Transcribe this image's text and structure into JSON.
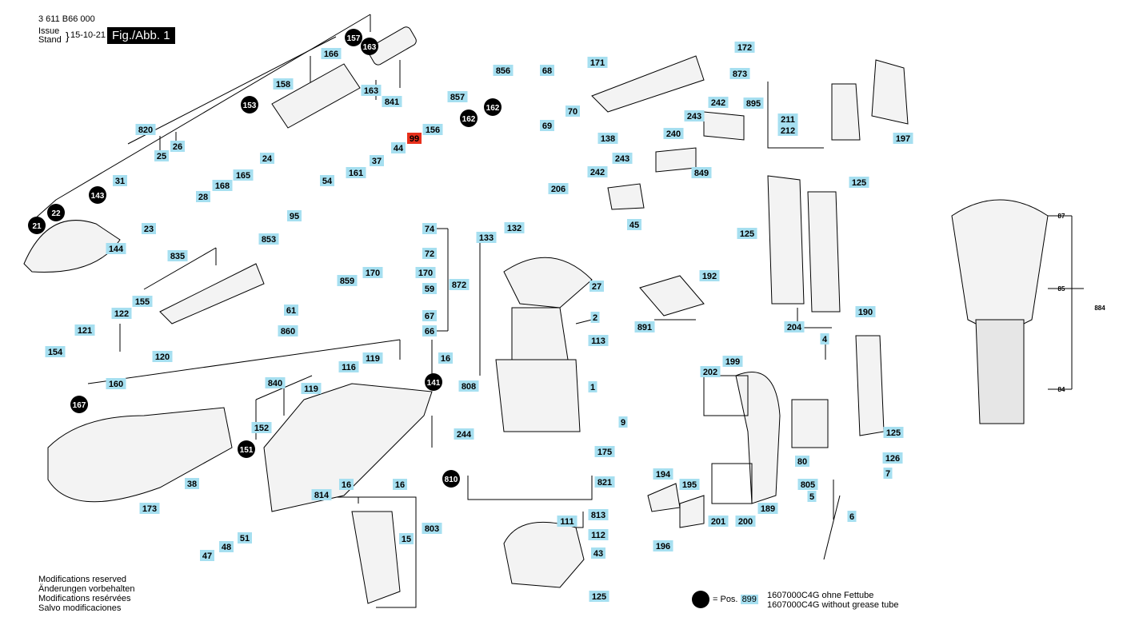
{
  "header": {
    "doc_number": "3 611 B66 000",
    "issue_label": "Issue",
    "stand_label": "Stand",
    "date": "15-10-21",
    "figure": "Fig./Abb. 1"
  },
  "notes": [
    "Modifications reserved",
    "Änderungen vorbehalten",
    "Modifications resérvées",
    "Salvo modificaciones"
  ],
  "legend": {
    "equals_text": "= Pos.",
    "pos": "899",
    "desc_de": "1607000C4G ohne Fettube",
    "desc_en": "1607000C4G without grease tube"
  },
  "colors": {
    "label_box": "#a6dff0",
    "highlight_box": "#e8301c",
    "ink": "#000000"
  },
  "callouts": [
    {
      "text": "21",
      "kind": "circle"
    },
    {
      "text": "22",
      "kind": "circle"
    },
    {
      "text": "143",
      "kind": "circle"
    },
    {
      "text": "153",
      "kind": "circle"
    },
    {
      "text": "157",
      "kind": "circle"
    },
    {
      "text": "163",
      "kind": "circle"
    },
    {
      "text": "162",
      "kind": "circle"
    },
    {
      "text": "162",
      "kind": "circle"
    },
    {
      "text": "167",
      "kind": "circle"
    },
    {
      "text": "151",
      "kind": "circle"
    },
    {
      "text": "141",
      "kind": "circle"
    },
    {
      "text": "810",
      "kind": "circle"
    },
    {
      "text": "166",
      "kind": "box"
    },
    {
      "text": "158",
      "kind": "box"
    },
    {
      "text": "163",
      "kind": "box"
    },
    {
      "text": "841",
      "kind": "box"
    },
    {
      "text": "820",
      "kind": "box"
    },
    {
      "text": "25",
      "kind": "box"
    },
    {
      "text": "26",
      "kind": "box"
    },
    {
      "text": "31",
      "kind": "box"
    },
    {
      "text": "24",
      "kind": "box"
    },
    {
      "text": "165",
      "kind": "box"
    },
    {
      "text": "168",
      "kind": "box"
    },
    {
      "text": "28",
      "kind": "box"
    },
    {
      "text": "23",
      "kind": "box"
    },
    {
      "text": "144",
      "kind": "box"
    },
    {
      "text": "856",
      "kind": "box"
    },
    {
      "text": "68",
      "kind": "box"
    },
    {
      "text": "70",
      "kind": "box"
    },
    {
      "text": "69",
      "kind": "box"
    },
    {
      "text": "857",
      "kind": "box"
    },
    {
      "text": "156",
      "kind": "box"
    },
    {
      "text": "99",
      "kind": "red"
    },
    {
      "text": "44",
      "kind": "box"
    },
    {
      "text": "37",
      "kind": "box"
    },
    {
      "text": "161",
      "kind": "box"
    },
    {
      "text": "54",
      "kind": "box"
    },
    {
      "text": "95",
      "kind": "box"
    },
    {
      "text": "853",
      "kind": "box"
    },
    {
      "text": "206",
      "kind": "box"
    },
    {
      "text": "132",
      "kind": "box"
    },
    {
      "text": "133",
      "kind": "box"
    },
    {
      "text": "74",
      "kind": "box"
    },
    {
      "text": "72",
      "kind": "box"
    },
    {
      "text": "170",
      "kind": "box"
    },
    {
      "text": "170",
      "kind": "box"
    },
    {
      "text": "859",
      "kind": "box"
    },
    {
      "text": "59",
      "kind": "box"
    },
    {
      "text": "872",
      "kind": "box"
    },
    {
      "text": "67",
      "kind": "box"
    },
    {
      "text": "66",
      "kind": "box"
    },
    {
      "text": "61",
      "kind": "box"
    },
    {
      "text": "860",
      "kind": "box"
    },
    {
      "text": "835",
      "kind": "box"
    },
    {
      "text": "155",
      "kind": "box"
    },
    {
      "text": "122",
      "kind": "box"
    },
    {
      "text": "121",
      "kind": "box"
    },
    {
      "text": "120",
      "kind": "box"
    },
    {
      "text": "154",
      "kind": "box"
    },
    {
      "text": "160",
      "kind": "box"
    },
    {
      "text": "119",
      "kind": "box"
    },
    {
      "text": "116",
      "kind": "box"
    },
    {
      "text": "119",
      "kind": "box"
    },
    {
      "text": "16",
      "kind": "box"
    },
    {
      "text": "840",
      "kind": "box"
    },
    {
      "text": "152",
      "kind": "box"
    },
    {
      "text": "38",
      "kind": "box"
    },
    {
      "text": "173",
      "kind": "box"
    },
    {
      "text": "47",
      "kind": "box"
    },
    {
      "text": "48",
      "kind": "box"
    },
    {
      "text": "51",
      "kind": "box"
    },
    {
      "text": "814",
      "kind": "box"
    },
    {
      "text": "16",
      "kind": "box"
    },
    {
      "text": "16",
      "kind": "box"
    },
    {
      "text": "803",
      "kind": "box"
    },
    {
      "text": "15",
      "kind": "box"
    },
    {
      "text": "27",
      "kind": "box"
    },
    {
      "text": "2",
      "kind": "box"
    },
    {
      "text": "113",
      "kind": "box"
    },
    {
      "text": "1",
      "kind": "box"
    },
    {
      "text": "808",
      "kind": "box"
    },
    {
      "text": "9",
      "kind": "box"
    },
    {
      "text": "244",
      "kind": "box"
    },
    {
      "text": "175",
      "kind": "box"
    },
    {
      "text": "821",
      "kind": "box"
    },
    {
      "text": "813",
      "kind": "box"
    },
    {
      "text": "111",
      "kind": "box"
    },
    {
      "text": "112",
      "kind": "box"
    },
    {
      "text": "43",
      "kind": "box"
    },
    {
      "text": "125",
      "kind": "box"
    },
    {
      "text": "171",
      "kind": "box"
    },
    {
      "text": "172",
      "kind": "box"
    },
    {
      "text": "873",
      "kind": "box"
    },
    {
      "text": "895",
      "kind": "box"
    },
    {
      "text": "211",
      "kind": "box"
    },
    {
      "text": "212",
      "kind": "box"
    },
    {
      "text": "197",
      "kind": "box"
    },
    {
      "text": "138",
      "kind": "box"
    },
    {
      "text": "240",
      "kind": "box"
    },
    {
      "text": "243",
      "kind": "box"
    },
    {
      "text": "242",
      "kind": "box"
    },
    {
      "text": "243",
      "kind": "box"
    },
    {
      "text": "242",
      "kind": "box"
    },
    {
      "text": "849",
      "kind": "box"
    },
    {
      "text": "45",
      "kind": "box"
    },
    {
      "text": "125",
      "kind": "box"
    },
    {
      "text": "125",
      "kind": "box"
    },
    {
      "text": "204",
      "kind": "box"
    },
    {
      "text": "192",
      "kind": "box"
    },
    {
      "text": "891",
      "kind": "box"
    },
    {
      "text": "190",
      "kind": "box"
    },
    {
      "text": "202",
      "kind": "box"
    },
    {
      "text": "199",
      "kind": "box"
    },
    {
      "text": "4",
      "kind": "box"
    },
    {
      "text": "80",
      "kind": "box"
    },
    {
      "text": "125",
      "kind": "box"
    },
    {
      "text": "126",
      "kind": "box"
    },
    {
      "text": "7",
      "kind": "box"
    },
    {
      "text": "805",
      "kind": "box"
    },
    {
      "text": "5",
      "kind": "box"
    },
    {
      "text": "6",
      "kind": "box"
    },
    {
      "text": "194",
      "kind": "box"
    },
    {
      "text": "195",
      "kind": "box"
    },
    {
      "text": "196",
      "kind": "box"
    },
    {
      "text": "201",
      "kind": "box"
    },
    {
      "text": "200",
      "kind": "box"
    },
    {
      "text": "189",
      "kind": "box"
    },
    {
      "text": "87",
      "kind": "plain"
    },
    {
      "text": "85",
      "kind": "plain"
    },
    {
      "text": "884",
      "kind": "plain"
    },
    {
      "text": "84",
      "kind": "plain"
    }
  ]
}
